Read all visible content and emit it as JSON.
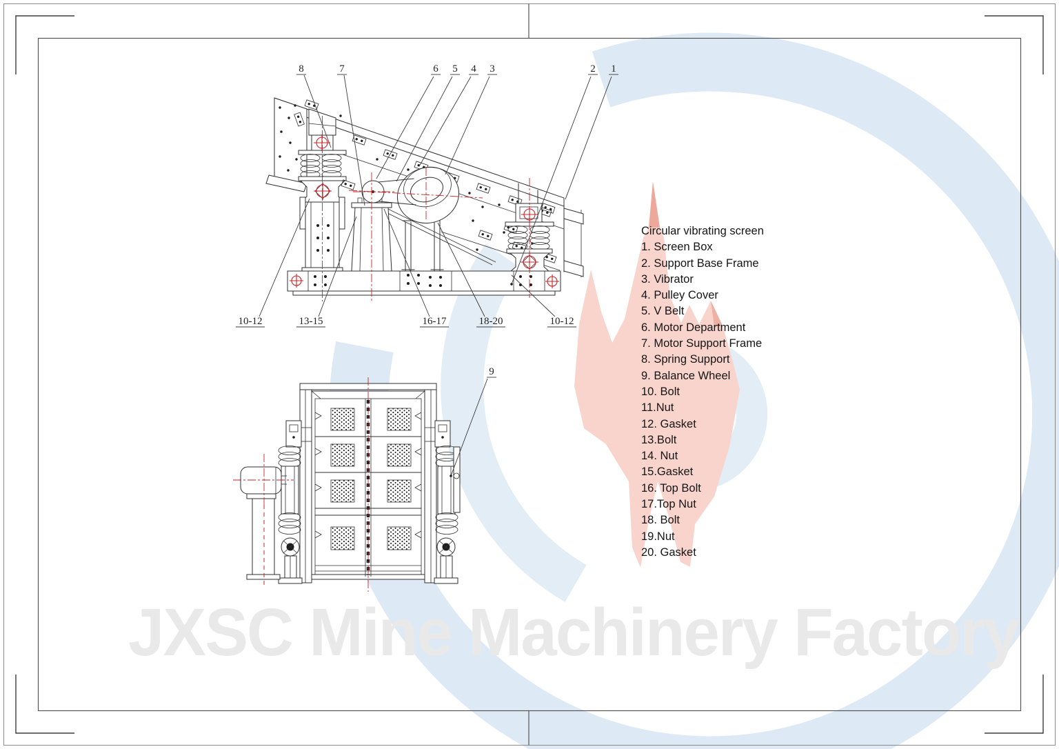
{
  "page": {
    "watermark_text": "JXSC Mine Machinery Factory",
    "colors": {
      "drawing_line": "#2f2f2f",
      "centerline_red": "#cc2126",
      "logo_blue": "#dde9f4",
      "logo_salmon": "#f8d4cc",
      "watermark_gray": "#e9e9e9"
    }
  },
  "side_view": {
    "callouts_top": [
      "8",
      "7",
      "6",
      "5",
      "4",
      "3",
      "2",
      "1"
    ],
    "callouts_bottom": [
      "10-12",
      "13-15",
      "16-17",
      "18-20",
      "10-12"
    ]
  },
  "front_view": {
    "callout": "9"
  },
  "parts_list": {
    "title": "Circular vibrating screen",
    "items": [
      "1. Screen Box",
      "2. Support Base Frame",
      "3. Vibrator",
      "4. Pulley Cover",
      "5. V Belt",
      "6. Motor Department",
      "7. Motor Support Frame",
      "8. Spring Support",
      "9. Balance Wheel",
      "10. Bolt",
      "11.Nut",
      "12. Gasket",
      "13.Bolt",
      "14. Nut",
      "15.Gasket",
      "16. Top Bolt",
      "17.Top Nut",
      "18. Bolt",
      "19.Nut",
      "20. Gasket"
    ]
  }
}
